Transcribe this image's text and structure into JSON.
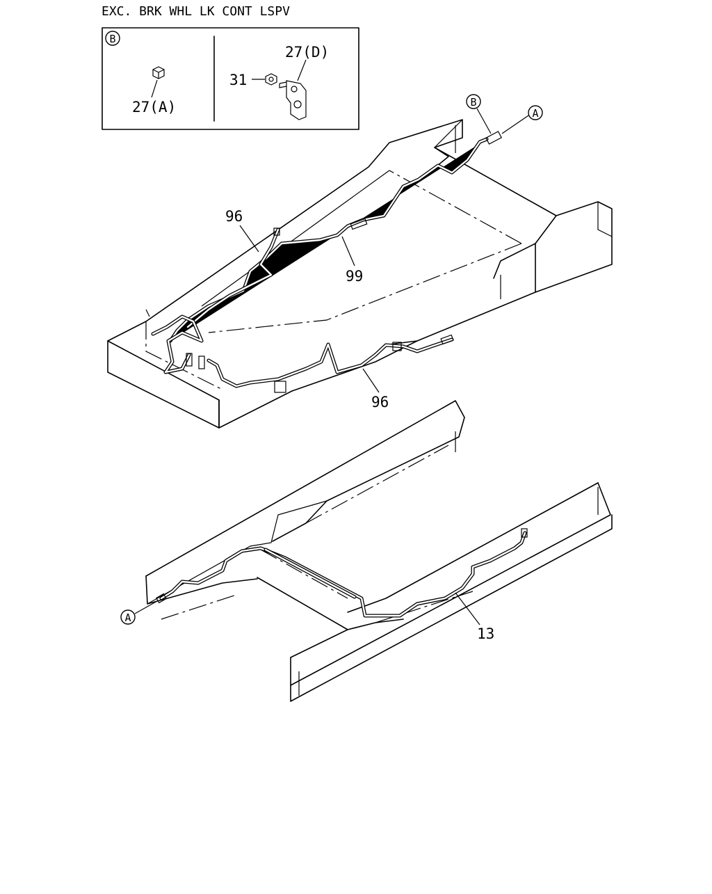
{
  "header": {
    "title": "EXC. BRK WHL LK CONT LSPV"
  },
  "inset": {
    "marker": "B",
    "left_part": "27(A)",
    "right_parts": [
      "27(D)",
      "31"
    ]
  },
  "upper_frame": {
    "markers": [
      "B",
      "A"
    ],
    "parts": [
      "96",
      "99",
      "96"
    ]
  },
  "lower_frame": {
    "markers": [
      "A"
    ],
    "parts": [
      "13"
    ]
  }
}
